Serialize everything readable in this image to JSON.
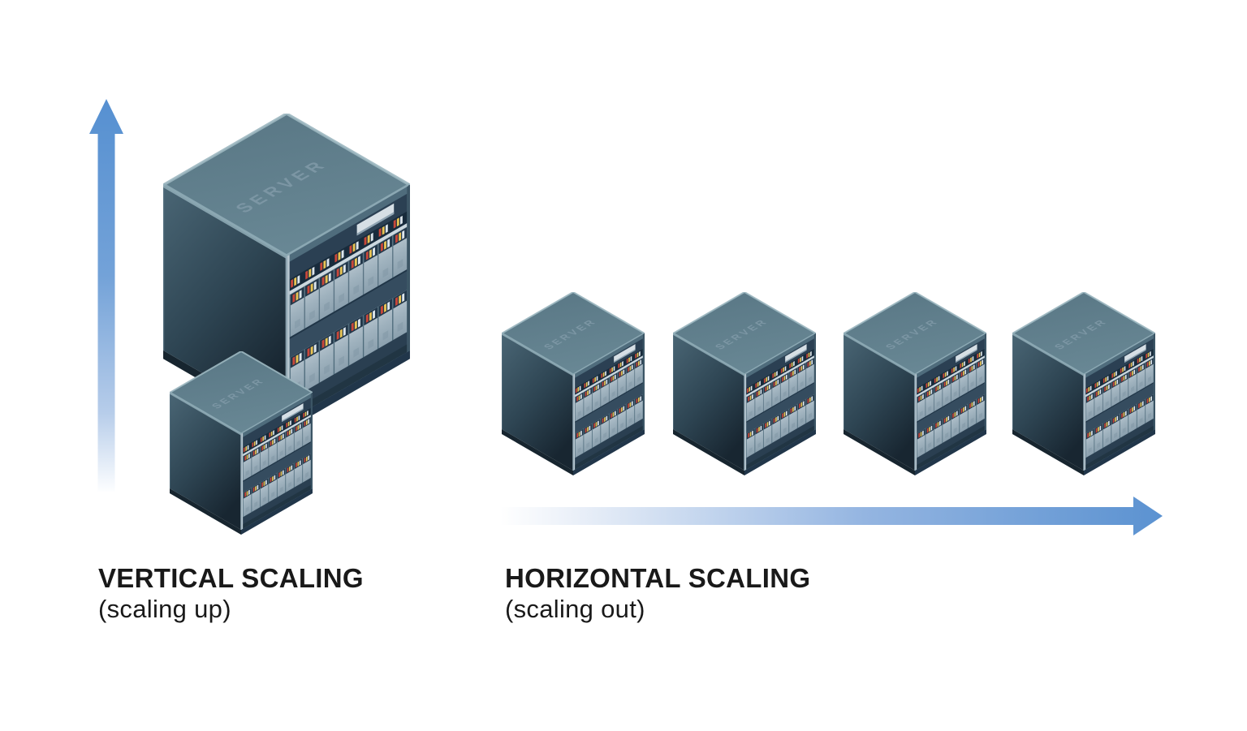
{
  "diagram": {
    "sections": [
      {
        "id": "vertical",
        "title": "VERTICAL SCALING",
        "subtitle": "(scaling up)",
        "arrow_direction": "up",
        "server_count": 2
      },
      {
        "id": "horizontal",
        "title": "HORIZONTAL SCALING",
        "subtitle": "(scaling out)",
        "arrow_direction": "right",
        "server_count": 4
      }
    ]
  },
  "servers": [
    {
      "group": "vertical",
      "size": "large",
      "label": "SERVER"
    },
    {
      "group": "vertical",
      "size": "small",
      "label": "SERVER"
    },
    {
      "group": "horizontal",
      "size": "small",
      "label": "SERVER"
    },
    {
      "group": "horizontal",
      "size": "small",
      "label": "SERVER"
    },
    {
      "group": "horizontal",
      "size": "small",
      "label": "SERVER"
    },
    {
      "group": "horizontal",
      "size": "small",
      "label": "SERVER"
    }
  ],
  "icons": {
    "up_arrow": "up-arrow-icon",
    "right_arrow": "right-arrow-icon",
    "server": "server-icon"
  },
  "colors": {
    "background": "#ffffff",
    "arrow_blue": "#5b92d1",
    "server_top_face": "#5f7c8b",
    "server_left_face_dark": "#182631",
    "server_panel_slat": "#9fb2be",
    "server_band_dark": "#2b4053",
    "led_red": "#c9473a",
    "led_yellow": "#e9c453",
    "led_white": "#dde6ec",
    "caption_text": "#191919"
  }
}
